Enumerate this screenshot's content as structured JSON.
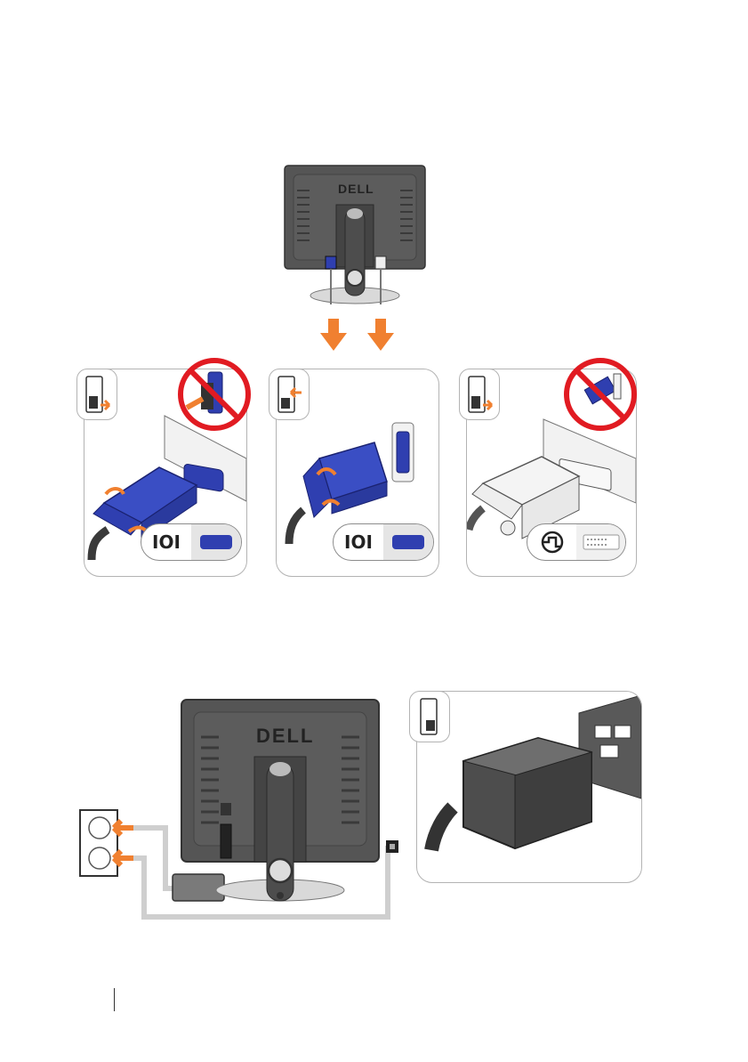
{
  "brand": {
    "logo_text": "DELL"
  },
  "connectors": [
    {
      "symbol": "IOI",
      "port": "vga-port",
      "prohibited": true
    },
    {
      "symbol": "IOI",
      "port": "vga-port",
      "prohibited": false
    },
    {
      "symbol": "",
      "port": "dvi-port",
      "prohibited": true
    }
  ],
  "colors": {
    "arrow": "#f08030",
    "prohibit": "#e11b22",
    "vga_blue": "#2f3fb0",
    "monitor_dark": "#4a4a4a",
    "panel_border": "#b3b3b3"
  }
}
